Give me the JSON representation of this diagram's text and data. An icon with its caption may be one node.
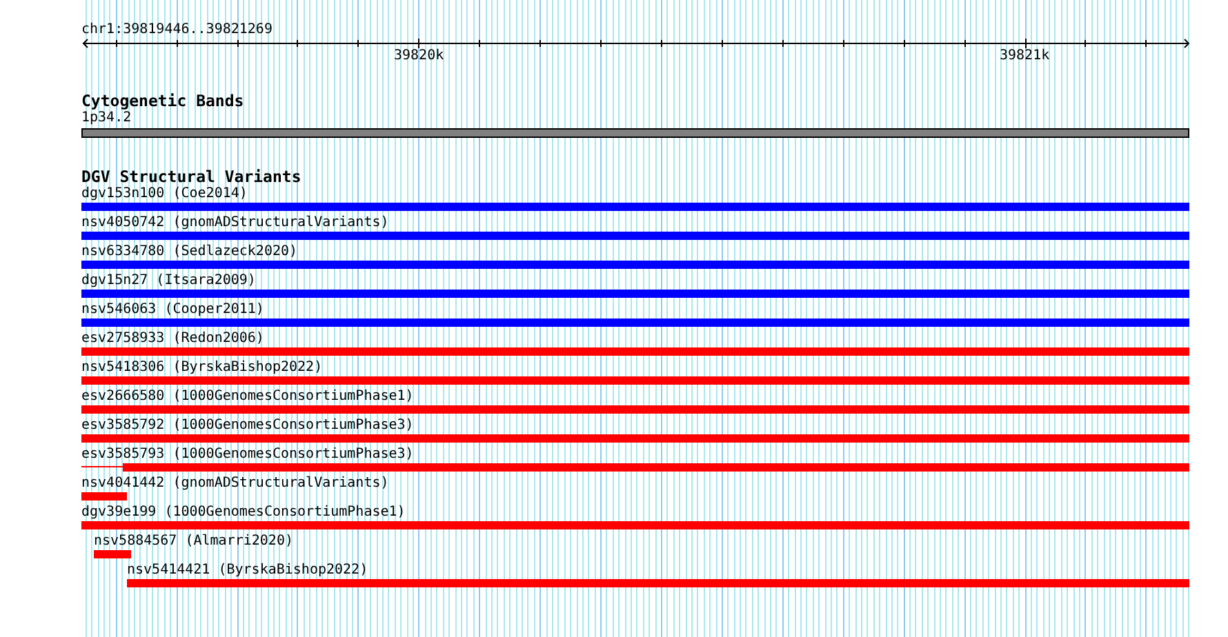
{
  "diagram": {
    "nodes": [
      {
        "text": [],
        "shape": "bar",
        "beside": [
          "1p34.2"
        ]
      },
      {
        "text": [],
        "shape": "bar",
        "beside": [
          "dgv153n100 (Coe2014)"
        ]
      },
      {
        "text": [],
        "shape": "bar",
        "beside": [
          "nsv4050742 (gnomADStructuralVariants)"
        ]
      },
      {
        "text": [],
        "shape": "bar",
        "beside": [
          "nsv6334780 (Sedlazeck2020)"
        ]
      },
      {
        "text": [],
        "shape": "bar",
        "beside": [
          "dgv15n27 (Itsara2009)"
        ]
      },
      {
        "text": [],
        "shape": "bar",
        "beside": [
          "nsv546063 (Cooper2011)"
        ]
      },
      {
        "text": [],
        "shape": "bar",
        "beside": [
          "esv2758933 (Redon2006)"
        ]
      },
      {
        "text": [],
        "shape": "bar",
        "beside": [
          "nsv5418306 (ByrskaBishop2022)"
        ]
      },
      {
        "text": [],
        "shape": "bar",
        "beside": [
          "esv2666580 (1000GenomesConsortiumPhase1)"
        ]
      },
      {
        "text": [],
        "shape": "bar",
        "beside": [
          "esv3585792 (1000GenomesConsortiumPhase3)"
        ]
      },
      {
        "text": [],
        "shape": "bar",
        "beside": [
          "esv3585793 (1000GenomesConsortiumPhase3)"
        ]
      },
      {
        "text": [],
        "shape": "bar",
        "beside": [
          "nsv4041442 (gnomADStructuralVariants)"
        ]
      },
      {
        "text": [],
        "shape": "bar",
        "beside": [
          "dgv39e199 (1000GenomesConsortiumPhase1)"
        ]
      },
      {
        "text": [],
        "shape": "bar",
        "beside": [
          "nsv5884567 (Almarri2020)"
        ]
      },
      {
        "text": [],
        "shape": "bar",
        "beside": [
          "nsv5414421 (ByrskaBishop2022)"
        ]
      }
    ],
    "labels": [
      "chr1:39819446..39821269",
      "39820k",
      "39821k",
      "Cytogenetic Bands",
      "DGV Structural Variants"
    ]
  }
}
